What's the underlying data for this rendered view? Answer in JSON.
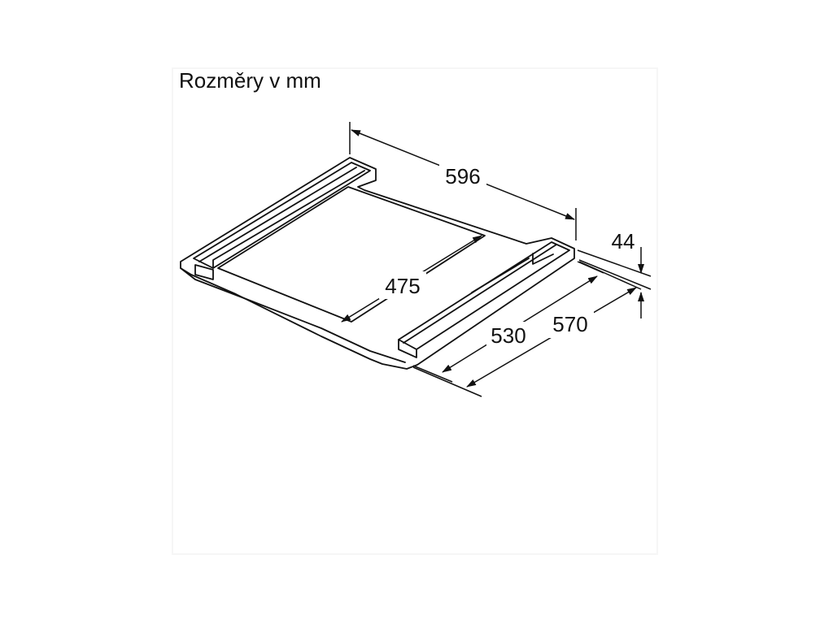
{
  "caption": "Rozměry v mm",
  "dimensions": {
    "width": "596",
    "height": "44",
    "inner_width": "475",
    "depth_inner": "530",
    "depth_outer": "570"
  }
}
